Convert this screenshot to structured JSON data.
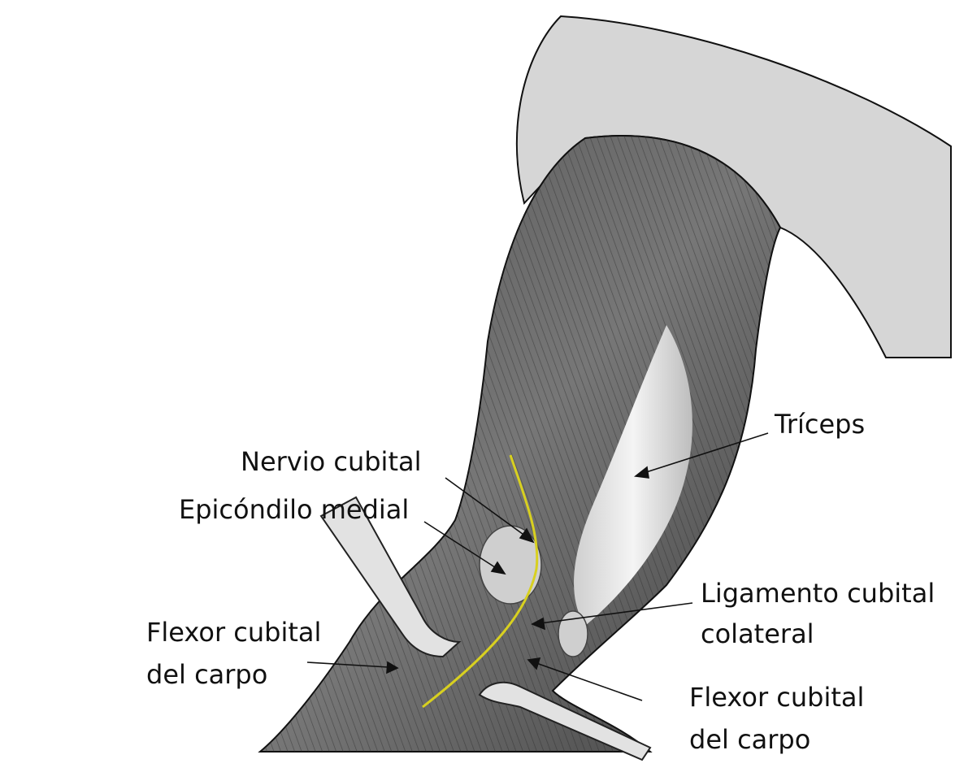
{
  "labels": {
    "triceps": "Tríceps",
    "nervio_cubital": "Nervio cubital",
    "epicondilo_medial": "Epicóndilo medial",
    "ligamento_line1": "Ligamento cubital",
    "ligamento_line2": "colateral",
    "flexor_left_line1": "Flexor cubital",
    "flexor_left_line2": "del carpo",
    "flexor_right_line1": "Flexor cubital",
    "flexor_right_line2": "del carpo"
  },
  "colors": {
    "nerve": "#d8d020",
    "muscle_dark": "#3a3a3a",
    "muscle_mid": "#6a6a6a",
    "tendon": "#e6e6e6"
  }
}
